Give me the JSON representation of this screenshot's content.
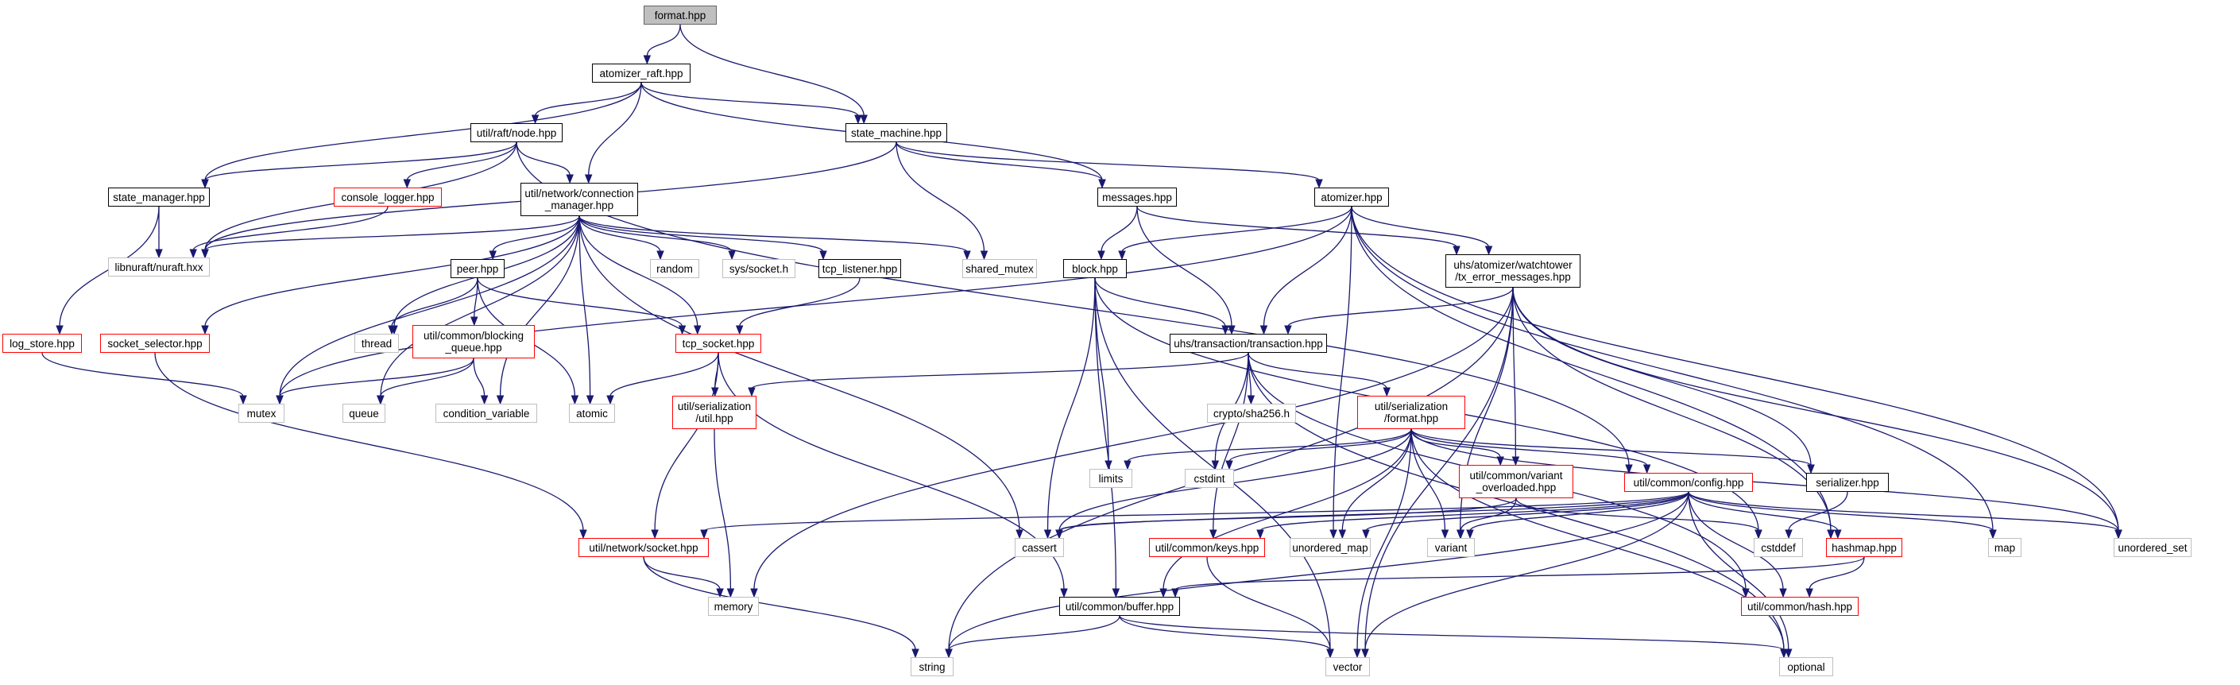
{
  "nodes": [
    {
      "id": "format_hpp",
      "label": "format.hpp",
      "style": "root"
    },
    {
      "id": "atomizer_raft",
      "label": "atomizer_raft.hpp",
      "style": "black"
    },
    {
      "id": "raft_node",
      "label": "util/raft/node.hpp",
      "style": "black"
    },
    {
      "id": "state_machine",
      "label": "state_machine.hpp",
      "style": "black"
    },
    {
      "id": "state_manager",
      "label": "state_manager.hpp",
      "style": "black"
    },
    {
      "id": "console_logger",
      "label": "console_logger.hpp",
      "style": "red"
    },
    {
      "id": "connection_manager",
      "label": "util/network/connection\n_manager.hpp",
      "style": "black"
    },
    {
      "id": "messages",
      "label": "messages.hpp",
      "style": "black"
    },
    {
      "id": "atomizer",
      "label": "atomizer.hpp",
      "style": "black"
    },
    {
      "id": "nuraft",
      "label": "libnuraft/nuraft.hxx",
      "style": "gray"
    },
    {
      "id": "random",
      "label": "random",
      "style": "gray"
    },
    {
      "id": "sys_socket",
      "label": "sys/socket.h",
      "style": "gray"
    },
    {
      "id": "tcp_listener",
      "label": "tcp_listener.hpp",
      "style": "black"
    },
    {
      "id": "shared_mutex",
      "label": "shared_mutex",
      "style": "gray"
    },
    {
      "id": "block",
      "label": "block.hpp",
      "style": "black"
    },
    {
      "id": "tx_error",
      "label": "uhs/atomizer/watchtower\n/tx_error_messages.hpp",
      "style": "black"
    },
    {
      "id": "peer",
      "label": "peer.hpp",
      "style": "black"
    },
    {
      "id": "log_store",
      "label": "log_store.hpp",
      "style": "red"
    },
    {
      "id": "socket_selector",
      "label": "socket_selector.hpp",
      "style": "red"
    },
    {
      "id": "thread",
      "label": "thread",
      "style": "gray"
    },
    {
      "id": "blocking_queue",
      "label": "util/common/blocking\n_queue.hpp",
      "style": "red"
    },
    {
      "id": "tcp_socket",
      "label": "tcp_socket.hpp",
      "style": "red"
    },
    {
      "id": "transaction",
      "label": "uhs/transaction/transaction.hpp",
      "style": "black"
    },
    {
      "id": "mutex",
      "label": "mutex",
      "style": "gray"
    },
    {
      "id": "queue",
      "label": "queue",
      "style": "gray"
    },
    {
      "id": "condition_variable",
      "label": "condition_variable",
      "style": "gray"
    },
    {
      "id": "atomic",
      "label": "atomic",
      "style": "gray"
    },
    {
      "id": "ser_util",
      "label": "util/serialization\n/util.hpp",
      "style": "red"
    },
    {
      "id": "sha256",
      "label": "crypto/sha256.h",
      "style": "gray"
    },
    {
      "id": "ser_format",
      "label": "util/serialization\n/format.hpp",
      "style": "red"
    },
    {
      "id": "limits",
      "label": "limits",
      "style": "gray"
    },
    {
      "id": "cstdint",
      "label": "cstdint",
      "style": "gray"
    },
    {
      "id": "variant_overloaded",
      "label": "util/common/variant\n_overloaded.hpp",
      "style": "red"
    },
    {
      "id": "config",
      "label": "util/common/config.hpp",
      "style": "red"
    },
    {
      "id": "serializer",
      "label": "serializer.hpp",
      "style": "black"
    },
    {
      "id": "socket_hpp",
      "label": "util/network/socket.hpp",
      "style": "red"
    },
    {
      "id": "cassert",
      "label": "cassert",
      "style": "gray"
    },
    {
      "id": "keys",
      "label": "util/common/keys.hpp",
      "style": "red"
    },
    {
      "id": "unordered_map",
      "label": "unordered_map",
      "style": "gray"
    },
    {
      "id": "variant",
      "label": "variant",
      "style": "gray"
    },
    {
      "id": "cstddef",
      "label": "cstddef",
      "style": "gray"
    },
    {
      "id": "hashmap",
      "label": "hashmap.hpp",
      "style": "red"
    },
    {
      "id": "map",
      "label": "map",
      "style": "gray"
    },
    {
      "id": "unordered_set",
      "label": "unordered_set",
      "style": "gray"
    },
    {
      "id": "memory",
      "label": "memory",
      "style": "gray"
    },
    {
      "id": "buffer",
      "label": "util/common/buffer.hpp",
      "style": "black"
    },
    {
      "id": "hash",
      "label": "util/common/hash.hpp",
      "style": "red"
    },
    {
      "id": "string",
      "label": "string",
      "style": "gray"
    },
    {
      "id": "vector",
      "label": "vector",
      "style": "gray"
    },
    {
      "id": "optional",
      "label": "optional",
      "style": "gray"
    }
  ],
  "edges": [
    [
      "format_hpp",
      "atomizer_raft"
    ],
    [
      "format_hpp",
      "state_machine"
    ],
    [
      "atomizer_raft",
      "raft_node"
    ],
    [
      "atomizer_raft",
      "state_manager"
    ],
    [
      "atomizer_raft",
      "state_machine"
    ],
    [
      "atomizer_raft",
      "connection_manager"
    ],
    [
      "atomizer_raft",
      "messages"
    ],
    [
      "raft_node",
      "state_manager"
    ],
    [
      "raft_node",
      "console_logger"
    ],
    [
      "raft_node",
      "connection_manager"
    ],
    [
      "raft_node",
      "nuraft"
    ],
    [
      "raft_node",
      "config"
    ],
    [
      "state_machine",
      "messages"
    ],
    [
      "state_machine",
      "atomizer"
    ],
    [
      "state_machine",
      "nuraft"
    ],
    [
      "state_machine",
      "shared_mutex"
    ],
    [
      "state_manager",
      "nuraft"
    ],
    [
      "state_manager",
      "log_store"
    ],
    [
      "console_logger",
      "nuraft"
    ],
    [
      "connection_manager",
      "nuraft"
    ],
    [
      "connection_manager",
      "random"
    ],
    [
      "connection_manager",
      "sys_socket"
    ],
    [
      "connection_manager",
      "tcp_listener"
    ],
    [
      "connection_manager",
      "shared_mutex"
    ],
    [
      "connection_manager",
      "peer"
    ],
    [
      "connection_manager",
      "socket_selector"
    ],
    [
      "connection_manager",
      "thread"
    ],
    [
      "connection_manager",
      "mutex"
    ],
    [
      "connection_manager",
      "queue"
    ],
    [
      "connection_manager",
      "condition_variable"
    ],
    [
      "connection_manager",
      "atomic"
    ],
    [
      "connection_manager",
      "tcp_socket"
    ],
    [
      "connection_manager",
      "cassert"
    ],
    [
      "messages",
      "block"
    ],
    [
      "messages",
      "tx_error"
    ],
    [
      "messages",
      "transaction"
    ],
    [
      "atomizer",
      "block"
    ],
    [
      "atomizer",
      "tx_error"
    ],
    [
      "atomizer",
      "transaction"
    ],
    [
      "atomizer",
      "mutex"
    ],
    [
      "atomizer",
      "unordered_map"
    ],
    [
      "atomizer",
      "hashmap"
    ],
    [
      "atomizer",
      "map"
    ],
    [
      "atomizer",
      "unordered_set"
    ],
    [
      "tcp_listener",
      "tcp_socket"
    ],
    [
      "block",
      "transaction"
    ],
    [
      "block",
      "limits"
    ],
    [
      "block",
      "cassert"
    ],
    [
      "block",
      "buffer"
    ],
    [
      "block",
      "vector"
    ],
    [
      "block",
      "cstddef"
    ],
    [
      "tx_error",
      "transaction"
    ],
    [
      "tx_error",
      "variant_overloaded"
    ],
    [
      "tx_error",
      "serializer"
    ],
    [
      "tx_error",
      "hashmap"
    ],
    [
      "tx_error",
      "variant"
    ],
    [
      "tx_error",
      "unordered_set"
    ],
    [
      "tx_error",
      "memory"
    ],
    [
      "tx_error",
      "string"
    ],
    [
      "tx_error",
      "vector"
    ],
    [
      "peer",
      "thread"
    ],
    [
      "peer",
      "blocking_queue"
    ],
    [
      "peer",
      "tcp_socket"
    ],
    [
      "peer",
      "atomic"
    ],
    [
      "log_store",
      "mutex"
    ],
    [
      "socket_selector",
      "socket_hpp"
    ],
    [
      "blocking_queue",
      "mutex"
    ],
    [
      "blocking_queue",
      "queue"
    ],
    [
      "blocking_queue",
      "condition_variable"
    ],
    [
      "tcp_socket",
      "atomic"
    ],
    [
      "tcp_socket",
      "ser_util"
    ],
    [
      "tcp_socket",
      "socket_hpp"
    ],
    [
      "tcp_socket",
      "buffer"
    ],
    [
      "transaction",
      "ser_util"
    ],
    [
      "transaction",
      "sha256"
    ],
    [
      "transaction",
      "ser_format"
    ],
    [
      "transaction",
      "cstdint"
    ],
    [
      "transaction",
      "keys"
    ],
    [
      "transaction",
      "hash"
    ],
    [
      "transaction",
      "optional"
    ],
    [
      "ser_util",
      "memory"
    ],
    [
      "ser_format",
      "limits"
    ],
    [
      "ser_format",
      "cstdint"
    ],
    [
      "ser_format",
      "variant_overloaded"
    ],
    [
      "ser_format",
      "config"
    ],
    [
      "ser_format",
      "serializer"
    ],
    [
      "ser_format",
      "cassert"
    ],
    [
      "ser_format",
      "unordered_map"
    ],
    [
      "ser_format",
      "variant"
    ],
    [
      "ser_format",
      "unordered_set"
    ],
    [
      "ser_format",
      "buffer"
    ],
    [
      "ser_format",
      "vector"
    ],
    [
      "ser_format",
      "optional"
    ],
    [
      "variant_overloaded",
      "cassert"
    ],
    [
      "variant_overloaded",
      "variant"
    ],
    [
      "variant_overloaded",
      "cstddef"
    ],
    [
      "config",
      "socket_hpp"
    ],
    [
      "config",
      "cassert"
    ],
    [
      "config",
      "keys"
    ],
    [
      "config",
      "unordered_map"
    ],
    [
      "config",
      "variant"
    ],
    [
      "config",
      "hashmap"
    ],
    [
      "config",
      "map"
    ],
    [
      "config",
      "unordered_set"
    ],
    [
      "config",
      "hash"
    ],
    [
      "config",
      "string"
    ],
    [
      "config",
      "vector"
    ],
    [
      "config",
      "optional"
    ],
    [
      "serializer",
      "cstddef"
    ],
    [
      "socket_hpp",
      "memory"
    ],
    [
      "socket_hpp",
      "string"
    ],
    [
      "keys",
      "vector"
    ],
    [
      "hashmap",
      "buffer"
    ],
    [
      "hashmap",
      "hash"
    ],
    [
      "buffer",
      "string"
    ],
    [
      "buffer",
      "vector"
    ],
    [
      "buffer",
      "optional"
    ]
  ]
}
